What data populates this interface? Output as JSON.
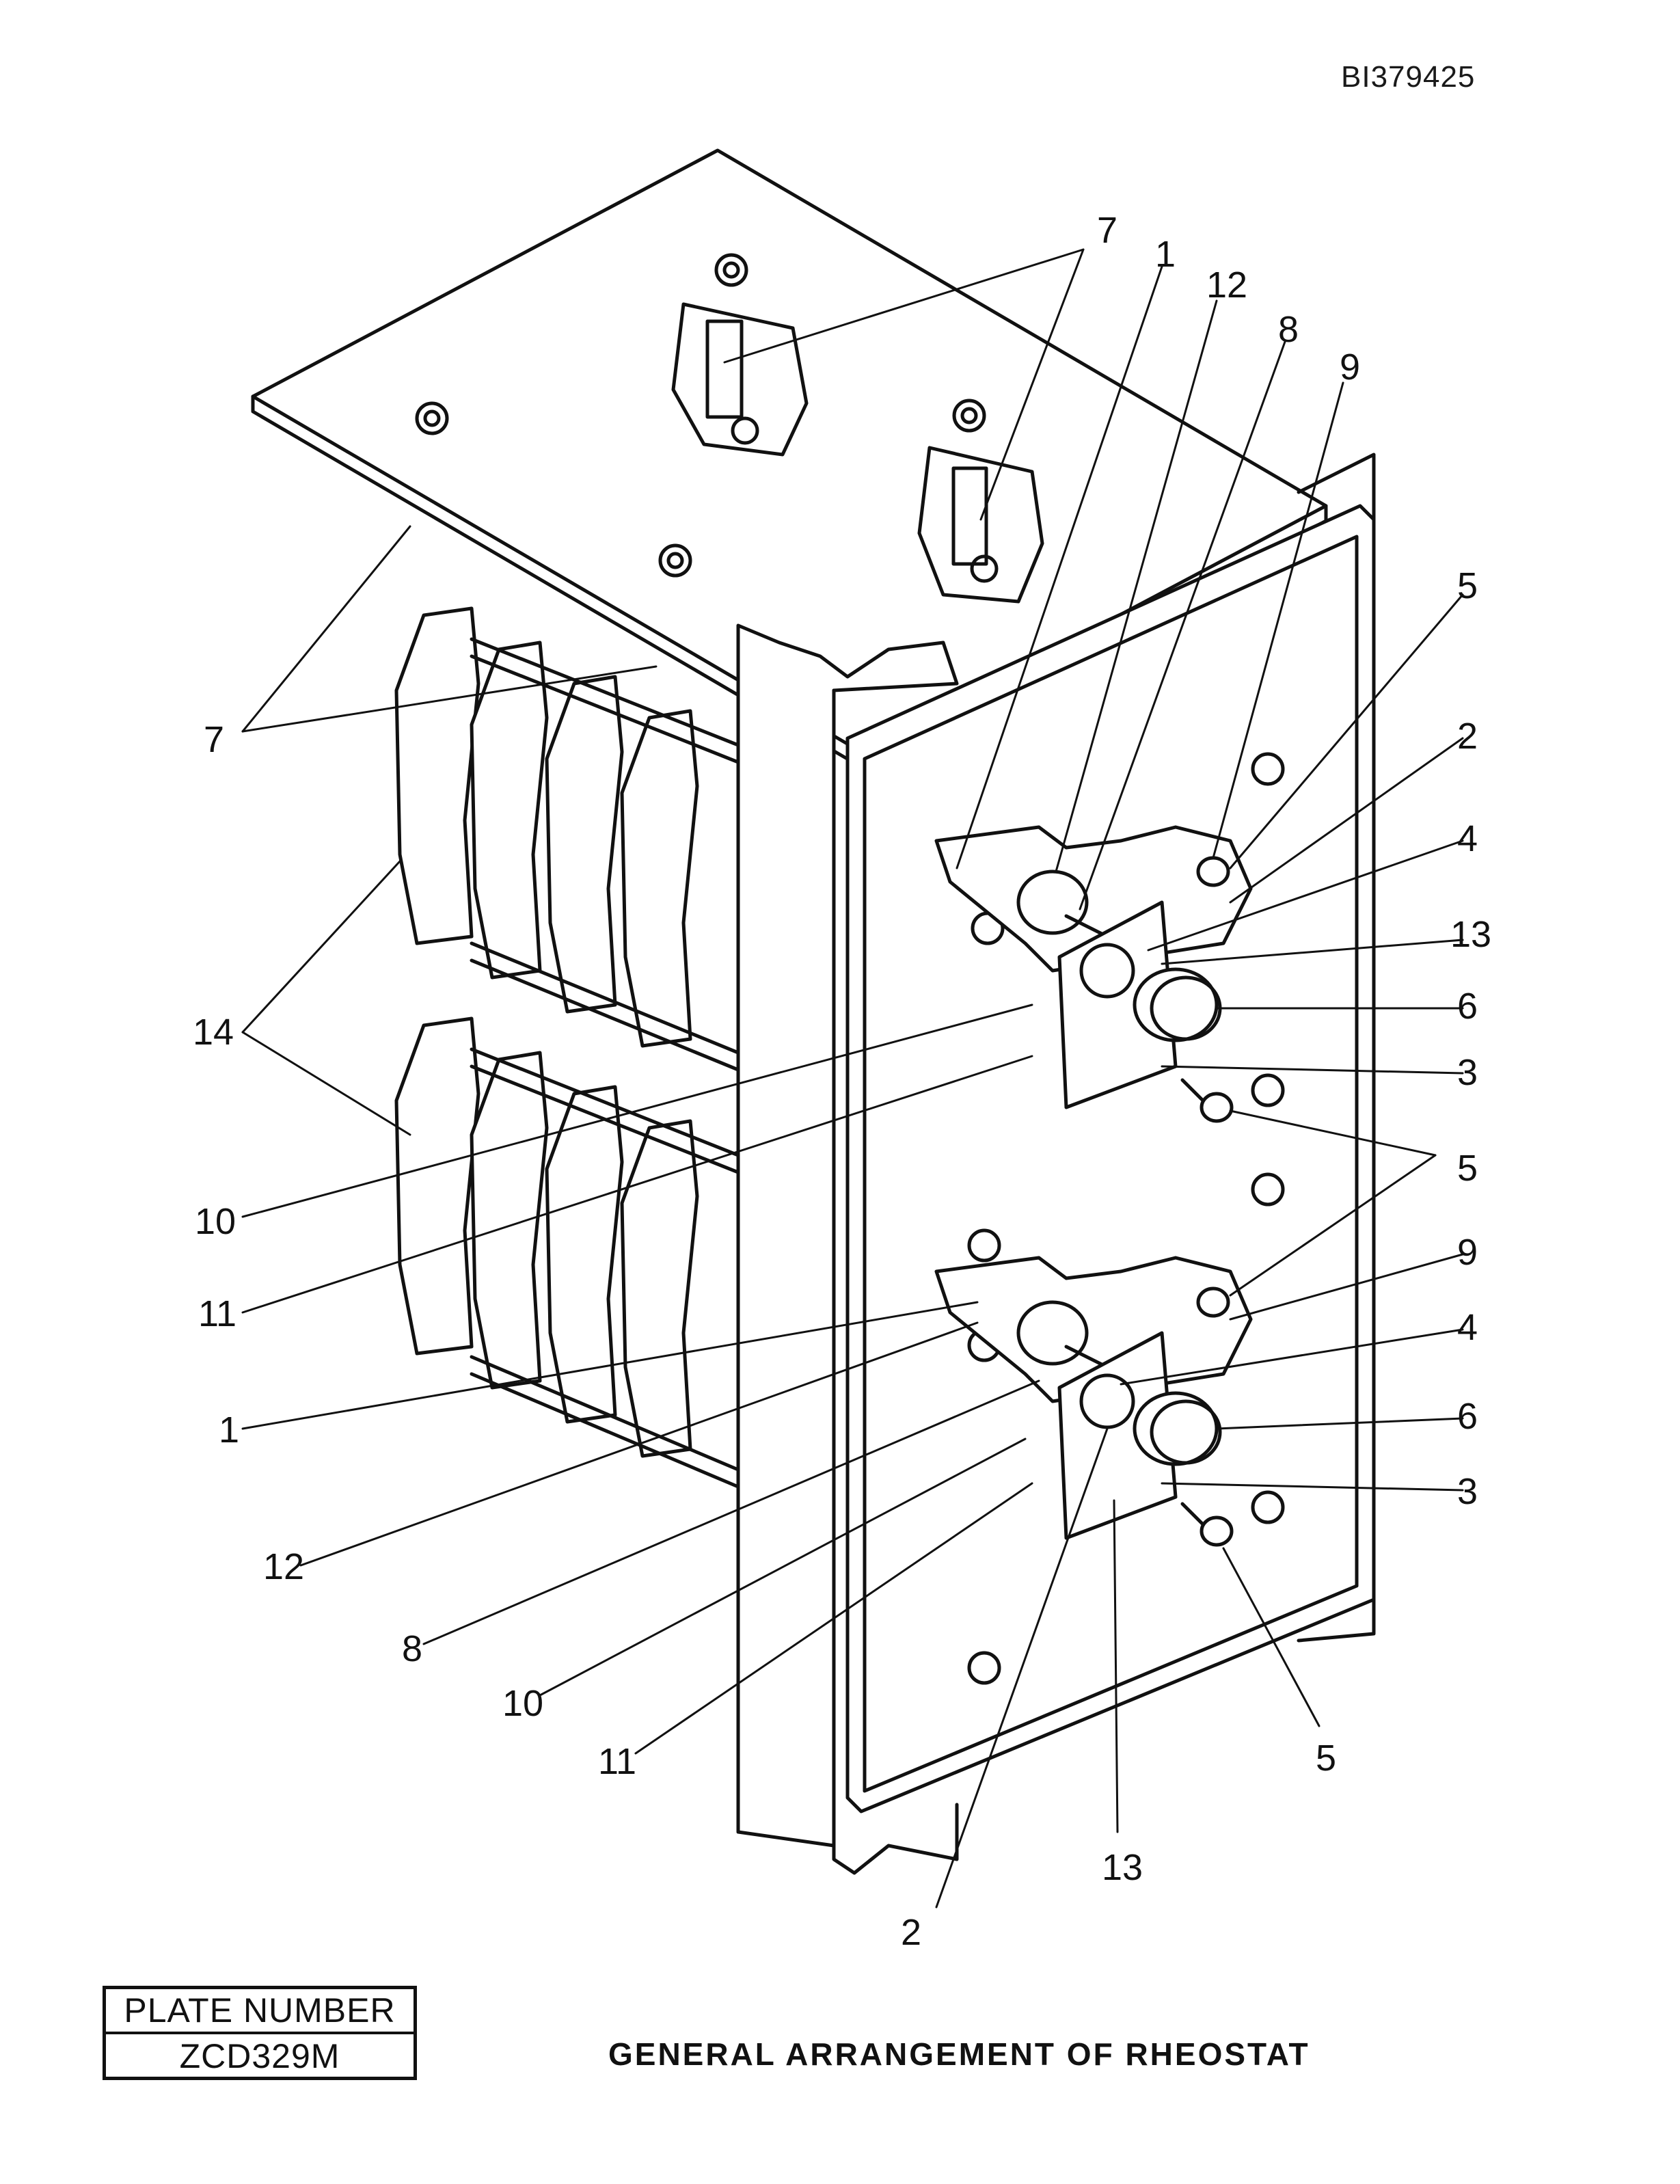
{
  "document_id": "BI379425",
  "plate": {
    "label": "PLATE NUMBER",
    "number": "ZCD329M"
  },
  "caption": "GENERAL ARRANGEMENT OF RHEOSTAT",
  "callouts": {
    "top_7": "7",
    "top_1": "1",
    "top_12": "12",
    "top_8": "8",
    "top_9": "9",
    "right_5_upper": "5",
    "right_2_upper": "2",
    "right_4_upper": "4",
    "right_13_upper": "13",
    "right_6_upper": "6",
    "right_3_upper": "3",
    "right_5_mid": "5",
    "right_9_lower": "9",
    "right_4_lower": "4",
    "right_6_lower": "6",
    "right_3_lower": "3",
    "left_7": "7",
    "left_14": "14",
    "left_10": "10",
    "left_11": "11",
    "left_1": "1",
    "bottom_12": "12",
    "bottom_8": "8",
    "bottom_10": "10",
    "bottom_11": "11",
    "bottom_5": "5",
    "bottom_13": "13",
    "bottom_2": "2"
  }
}
